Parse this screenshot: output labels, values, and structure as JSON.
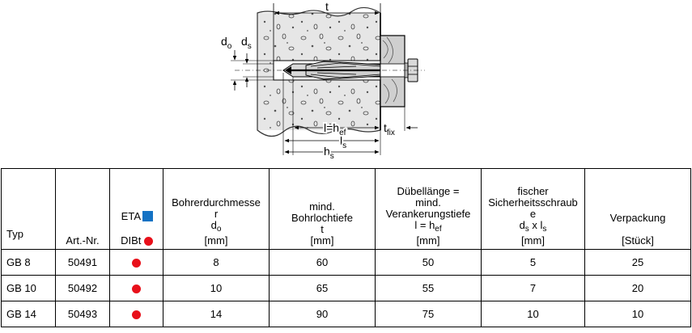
{
  "diagram": {
    "label_t": "t",
    "label_do": "d",
    "label_do_sub": "o",
    "label_ds": "d",
    "label_ds_sub": "s",
    "label_l_hef": "l=h",
    "label_l_hef_sub": "ef",
    "label_tfix": "t",
    "label_tfix_sub": "fix",
    "label_ls": "l",
    "label_ls_sub": "s",
    "label_hs": "h",
    "label_hs_sub": "s"
  },
  "table": {
    "headers": {
      "typ": "Typ",
      "art": "Art.-Nr.",
      "eta": "ETA",
      "dibt": "DIBt",
      "bohr_l1": "Bohrerdurchmesse",
      "bohr_l2": "r",
      "bohr_sym": "d",
      "bohr_sym_sub": "o",
      "bohr_unit": "[mm]",
      "tiefe_l1": "mind.",
      "tiefe_l2": "Bohrlochtiefe",
      "tiefe_sym": "t",
      "tiefe_unit": "[mm]",
      "laenge_l1": "Dübellänge =",
      "laenge_l2": "mind.",
      "laenge_l3": "Verankerungstiefe",
      "laenge_sym": "l = h",
      "laenge_sym_sub": "ef",
      "laenge_unit": "[mm]",
      "schraube_l1": "fischer",
      "schraube_l2": "Sicherheitsschraub",
      "schraube_l3": "e",
      "schraube_sym": "d",
      "schraube_sym_sub1": "s",
      "schraube_sym_mid": " x l",
      "schraube_sym_sub2": "s",
      "schraube_unit": "[mm]",
      "verp_l1": "Verpackung",
      "verp_unit": "[Stück]"
    },
    "rows": [
      {
        "typ": "GB 8",
        "art": "50491",
        "bohr": "8",
        "tiefe": "60",
        "laenge": "50",
        "schraube": "5",
        "verp": "25"
      },
      {
        "typ": "GB 10",
        "art": "50492",
        "bohr": "10",
        "tiefe": "65",
        "laenge": "55",
        "schraube": "7",
        "verp": "20"
      },
      {
        "typ": "GB 14",
        "art": "50493",
        "bohr": "14",
        "tiefe": "90",
        "laenge": "75",
        "schraube": "10",
        "verp": "10"
      }
    ],
    "colors": {
      "dibt_dot": "#e8101a",
      "eta_square": "#1472c4"
    }
  }
}
